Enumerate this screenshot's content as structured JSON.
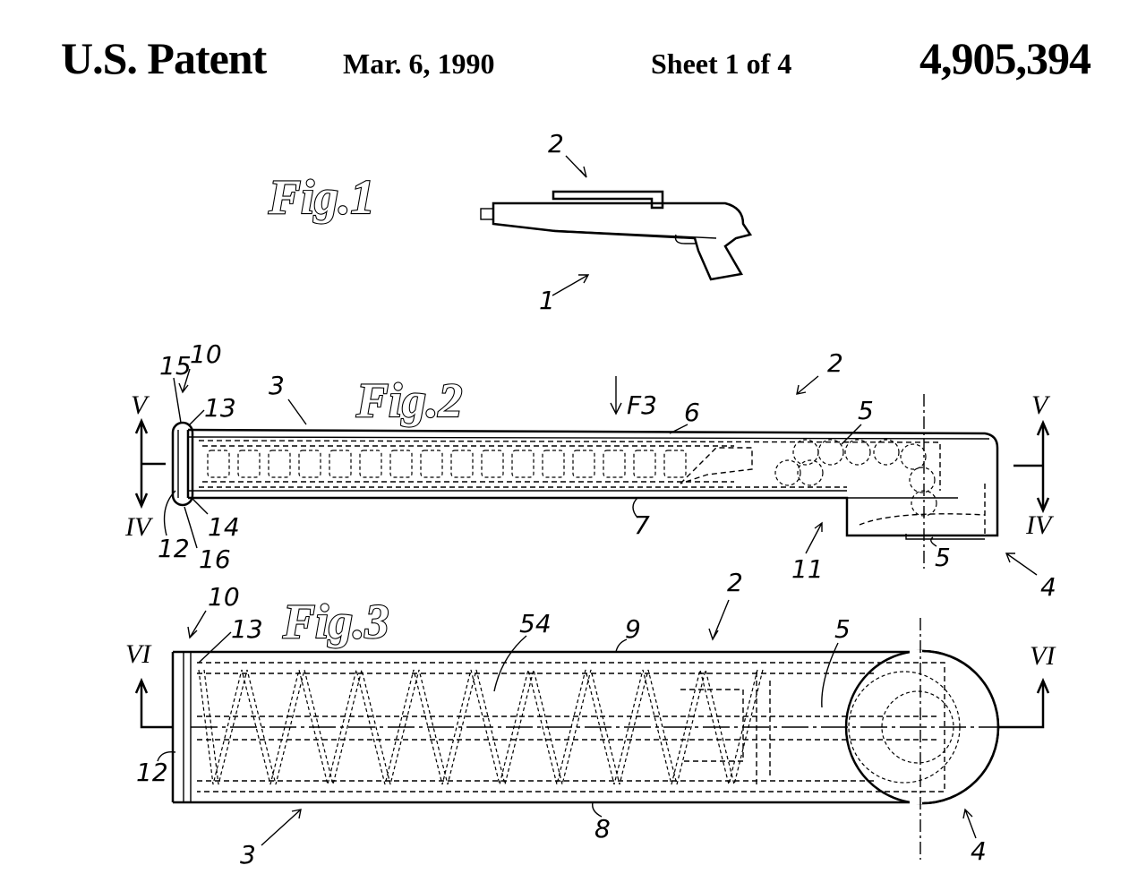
{
  "header": {
    "title": "U.S. Patent",
    "date": "Mar. 6, 1990",
    "sheet": "Sheet 1 of 4",
    "patent_number": "4,905,394"
  },
  "figures": {
    "fig1": "Fig.1",
    "fig2": "Fig.2",
    "fig3": "Fig.3"
  },
  "fig1_labels": {
    "magazine": "2",
    "gun": "1"
  },
  "fig2_labels": {
    "l15": "15",
    "l10": "10",
    "l13": "13",
    "l3": "3",
    "lF3": "F3",
    "l6": "6",
    "l2": "2",
    "l5a": "5",
    "lV_left": "V",
    "lIV_left": "IV",
    "l12": "12",
    "l14": "14",
    "l16": "16",
    "l7": "7",
    "l11": "11",
    "l5b": "5",
    "lV_right": "V",
    "lIV_right": "IV",
    "l4": "4"
  },
  "fig3_labels": {
    "l10": "10",
    "l13": "13",
    "l54": "54",
    "l9": "9",
    "l2": "2",
    "l5": "5",
    "lVI_left": "VI",
    "lVI_right": "VI",
    "l12": "12",
    "l3": "3",
    "l8": "8",
    "l4": "4"
  }
}
